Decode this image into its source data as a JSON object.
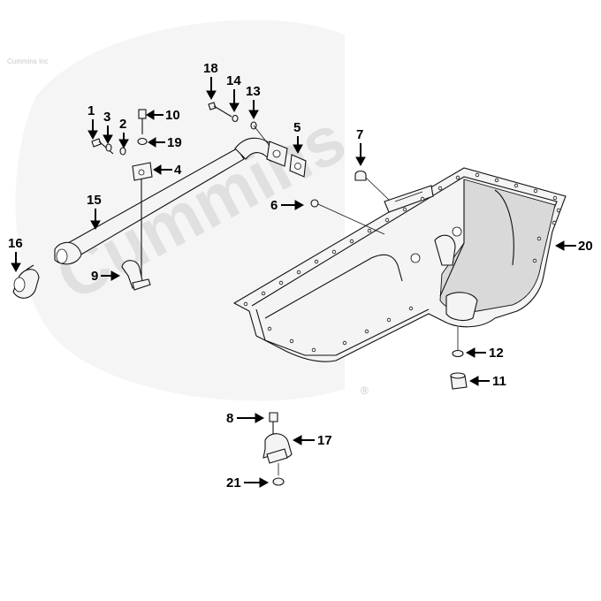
{
  "watermark": {
    "brand": "Cummins",
    "fine_print": "Cummins Inc",
    "registered_mark": "®"
  },
  "callouts": [
    {
      "id": "c1",
      "text": "1"
    },
    {
      "id": "c2",
      "text": "2"
    },
    {
      "id": "c3",
      "text": "3"
    },
    {
      "id": "c4",
      "text": "4"
    },
    {
      "id": "c5",
      "text": "5"
    },
    {
      "id": "c6",
      "text": "6"
    },
    {
      "id": "c7",
      "text": "7"
    },
    {
      "id": "c8",
      "text": "8"
    },
    {
      "id": "c9",
      "text": "9"
    },
    {
      "id": "c10",
      "text": "10"
    },
    {
      "id": "c11",
      "text": "11"
    },
    {
      "id": "c12",
      "text": "12"
    },
    {
      "id": "c13",
      "text": "13"
    },
    {
      "id": "c14",
      "text": "14"
    },
    {
      "id": "c15",
      "text": "15"
    },
    {
      "id": "c16",
      "text": "16"
    },
    {
      "id": "c17",
      "text": "17"
    },
    {
      "id": "c18",
      "text": "18"
    },
    {
      "id": "c19",
      "text": "19"
    },
    {
      "id": "c20",
      "text": "20"
    },
    {
      "id": "c21",
      "text": "21"
    }
  ]
}
